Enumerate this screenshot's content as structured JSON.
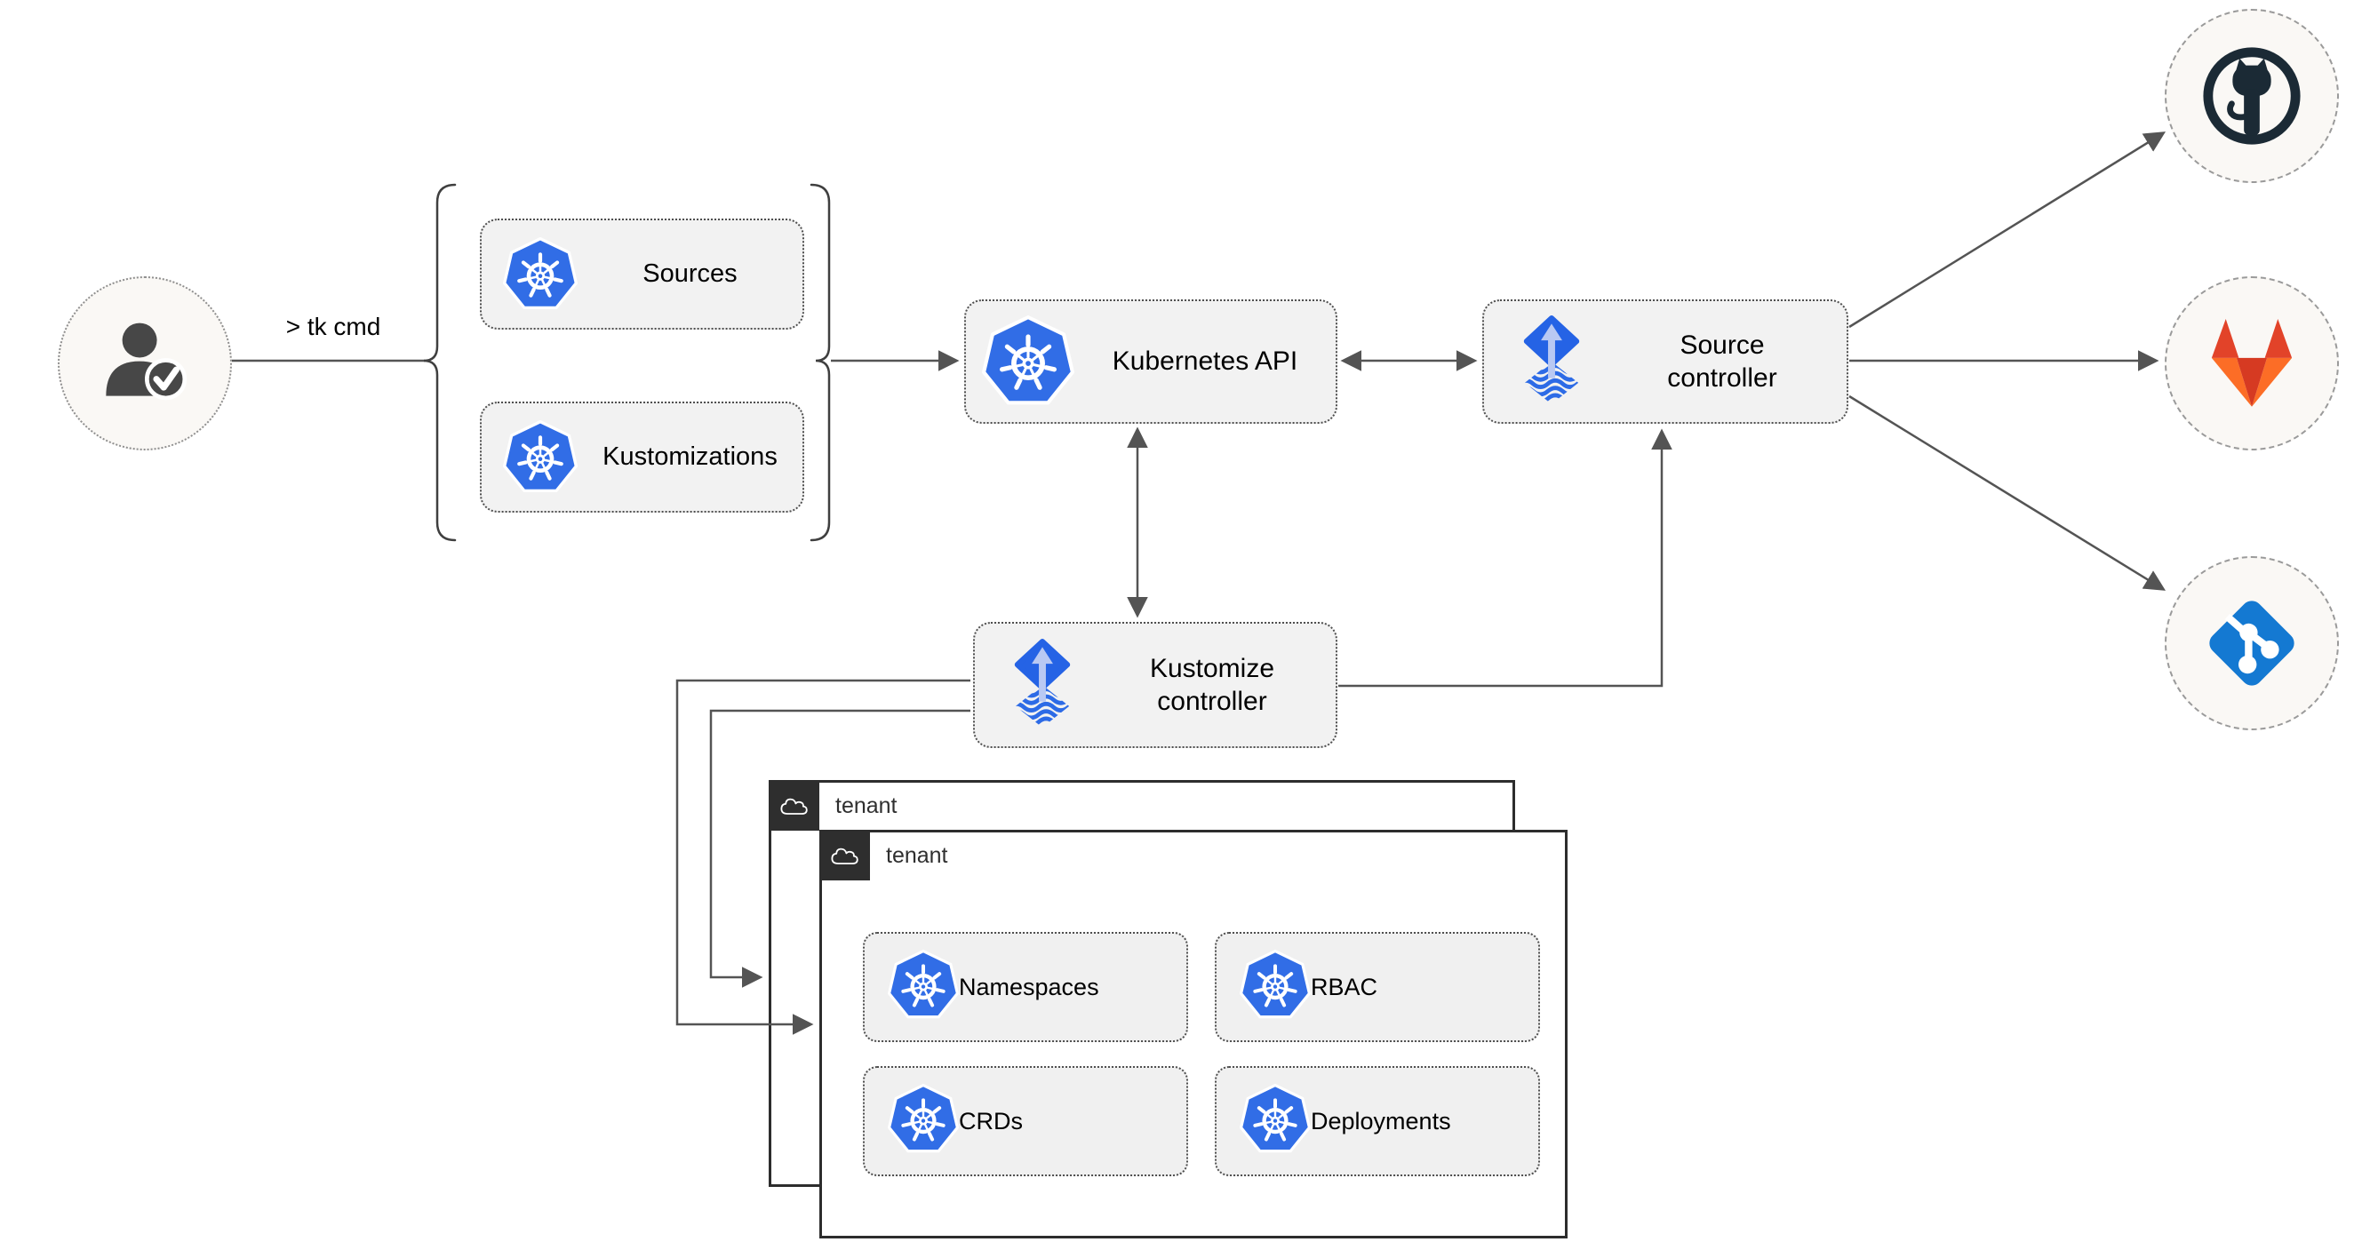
{
  "user": {
    "icon": "user-check-icon",
    "command_label": "> tk cmd"
  },
  "command_group": {
    "items": [
      {
        "icon": "kubernetes-icon",
        "label": "Sources"
      },
      {
        "icon": "kubernetes-icon",
        "label": "Kustomizations"
      }
    ]
  },
  "nodes": {
    "kubernetes_api": {
      "icon": "kubernetes-icon",
      "label": "Kubernetes API"
    },
    "source_controller": {
      "icon": "flux-icon",
      "label": "Source controller"
    },
    "kustomize_controller": {
      "icon": "flux-icon",
      "label": "Kustomize controller"
    }
  },
  "git_providers": [
    {
      "icon": "github-icon"
    },
    {
      "icon": "gitlab-icon"
    },
    {
      "icon": "git-icon"
    }
  ],
  "tenants": [
    {
      "icon": "cloud-icon",
      "label": "tenant"
    },
    {
      "icon": "cloud-icon",
      "label": "tenant",
      "resources": [
        {
          "icon": "kubernetes-icon",
          "label": "Namespaces"
        },
        {
          "icon": "kubernetes-icon",
          "label": "RBAC"
        },
        {
          "icon": "kubernetes-icon",
          "label": "CRDs"
        },
        {
          "icon": "kubernetes-icon",
          "label": "Deployments"
        }
      ]
    }
  ],
  "colors": {
    "kubernetes_blue": "#316de6",
    "flux_blue": "#2563e5",
    "flux_light": "#b9c9f3",
    "git_blue": "#1479d2",
    "github_dark": "#1b2a35",
    "gitlab_red": "#e24329",
    "gitlab_dark_red": "#d63a22",
    "gitlab_orange": "#fc6d26",
    "connector_gray": "#545454",
    "node_fill": "#f2f2f2",
    "circle_fill": "#faf8f5"
  }
}
